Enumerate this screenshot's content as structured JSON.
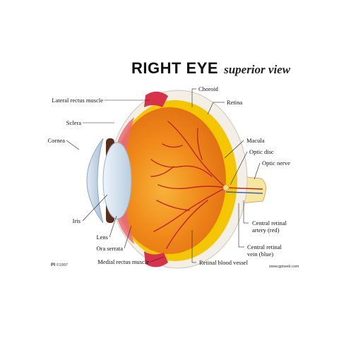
{
  "title": {
    "main": "RIGHT EYE",
    "subtitle": "superior view"
  },
  "labels": {
    "lateral_rectus": "Lateral rectus muscle",
    "sclera": "Sclera",
    "cornea": "Cornea",
    "iris": "Iris",
    "lens": "Lens",
    "ora_serrata": "Ora serrata",
    "medial_rectus": "Medial rectus muscle",
    "choroid": "Choroid",
    "retina": "Retina",
    "macula": "Macula",
    "optic_disc": "Optic disc",
    "optic_nerve": "Optic nerve",
    "central_artery": "Central retinal\nartery (red)",
    "central_vein": "Central retinal\nvein (blue)",
    "retinal_vessel": "Retinal blood vessel"
  },
  "footer": {
    "brand": "PI",
    "copyright": "©1997",
    "url": "www.gpiweb.com"
  },
  "colors": {
    "sclera": "#f3efe6",
    "choroid": "#f4c600",
    "retina_fill": "#f08a18",
    "muscle": "#d8324a",
    "vessel": "#c02626",
    "optic_nerve": "#f6e6a0"
  }
}
